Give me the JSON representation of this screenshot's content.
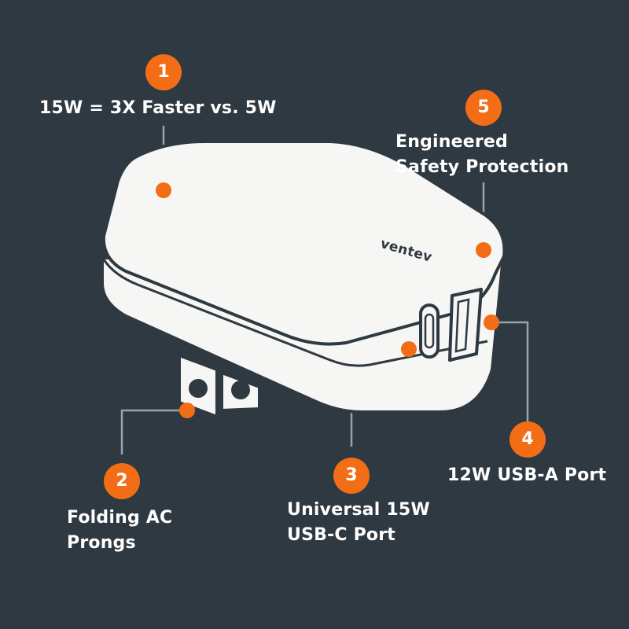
{
  "colors": {
    "background": "#2e3941",
    "accent": "#f36d16",
    "device_body": "#f6f6f4",
    "text": "#ffffff",
    "leader_line": "#9aa3a9"
  },
  "product": {
    "brand": "ventev",
    "image": "wall-charger-illustration"
  },
  "callouts": [
    {
      "number": "1",
      "lines": [
        "15W = 3X Faster vs. 5W"
      ]
    },
    {
      "number": "2",
      "lines": [
        "Folding AC",
        "Prongs"
      ]
    },
    {
      "number": "3",
      "lines": [
        "Universal 15W",
        "USB-C Port"
      ]
    },
    {
      "number": "4",
      "lines": [
        "12W USB-A Port"
      ]
    },
    {
      "number": "5",
      "lines": [
        "Engineered",
        "Safety Protection"
      ]
    }
  ]
}
